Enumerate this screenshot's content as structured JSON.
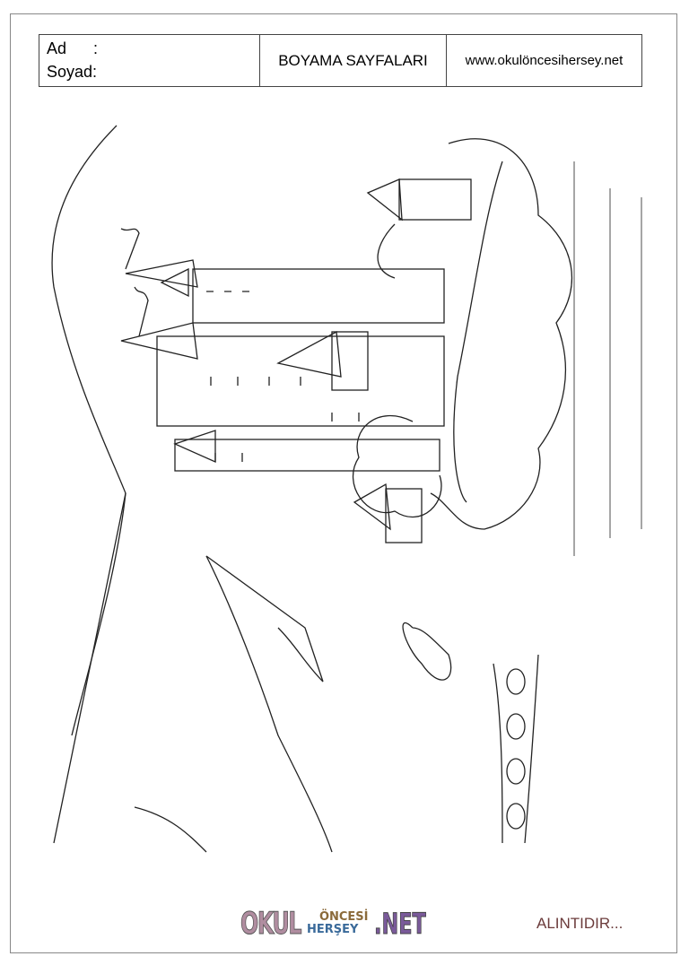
{
  "header": {
    "name_label": "Ad      :",
    "surname_label": "Soyad:",
    "title": "BOYAMA SAYFALARI",
    "website": "www.okulöncesihersey.net"
  },
  "footer": {
    "logo_text": "OKUL ÖNCESİ HERŞEY .NET",
    "logo_part1": "OKUL",
    "logo_part2": "ÖNCESİ",
    "logo_part3": "HERŞEY",
    "logo_part4": ".NET",
    "credit": "ALINTIDIR..."
  }
}
